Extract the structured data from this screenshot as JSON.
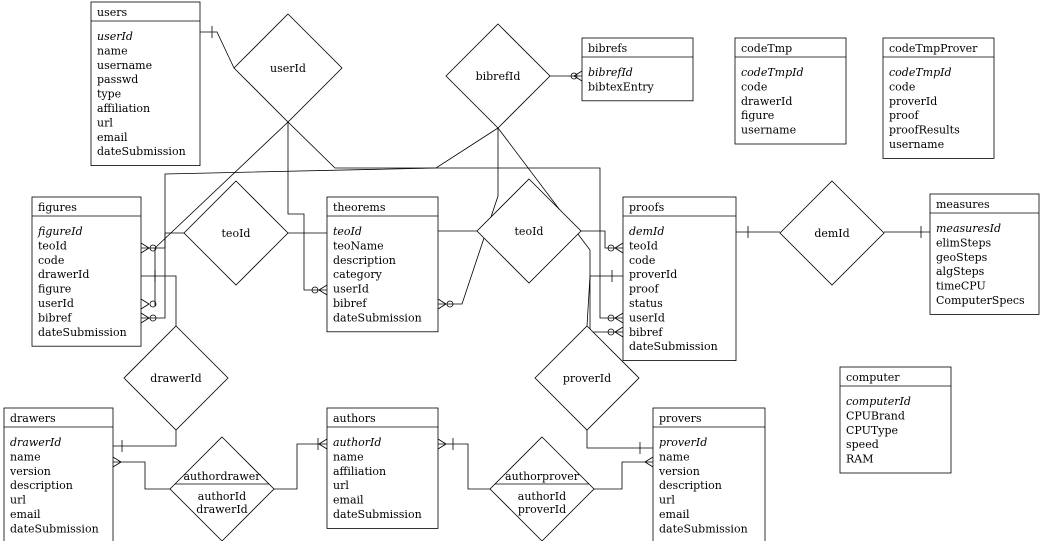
{
  "entities": {
    "users": {
      "title": "users",
      "key": "userId",
      "attrs": [
        "name",
        "username",
        "passwd",
        "type",
        "affiliation",
        "url",
        "email",
        "dateSubmission"
      ]
    },
    "bibrefs": {
      "title": "bibrefs",
      "key": "bibrefId",
      "attrs": [
        "bibtexEntry"
      ]
    },
    "codeTmp": {
      "title": "codeTmp",
      "key": "codeTmpId",
      "attrs": [
        "code",
        "drawerId",
        "figure",
        "username"
      ]
    },
    "codeTmpProver": {
      "title": "codeTmpProver",
      "key": "codeTmpId",
      "attrs": [
        "code",
        "proverId",
        "proof",
        "proofResults",
        "username"
      ]
    },
    "figures": {
      "title": "figures",
      "key": "figureId",
      "attrs": [
        "teoId",
        "code",
        "drawerId",
        "figure",
        "userId",
        "bibref",
        "dateSubmission"
      ]
    },
    "theorems": {
      "title": "theorems",
      "key": "teoId",
      "attrs": [
        "teoName",
        "description",
        "category",
        "userId",
        "bibref",
        "dateSubmission"
      ]
    },
    "proofs": {
      "title": "proofs",
      "key": "demId",
      "attrs": [
        "teoId",
        "code",
        "proverId",
        "proof",
        "status",
        "userId",
        "bibref",
        "dateSubmission"
      ]
    },
    "measures": {
      "title": "measures",
      "key": "measuresId",
      "attrs": [
        "elimSteps",
        "geoSteps",
        "algSteps",
        "timeCPU",
        "ComputerSpecs"
      ]
    },
    "computer": {
      "title": "computer",
      "key": "computerId",
      "attrs": [
        "CPUBrand",
        "CPUType",
        "speed",
        "RAM"
      ]
    },
    "drawers": {
      "title": "drawers",
      "key": "drawerId",
      "attrs": [
        "name",
        "version",
        "description",
        "url",
        "email",
        "dateSubmission"
      ]
    },
    "authors": {
      "title": "authors",
      "key": "authorId",
      "attrs": [
        "name",
        "affiliation",
        "url",
        "email",
        "dateSubmission"
      ]
    },
    "provers": {
      "title": "provers",
      "key": "proverId",
      "attrs": [
        "name",
        "version",
        "description",
        "url",
        "email",
        "dateSubmission"
      ]
    }
  },
  "relationships": {
    "userId": "userId",
    "bibrefId": "bibrefId",
    "teoId_left": "teoId",
    "teoId_right": "teoId",
    "demId": "demId",
    "drawerId": "drawerId",
    "proverId": "proverId",
    "authordrawer": {
      "title": "authordrawer",
      "attrs": [
        "authorId",
        "drawerId"
      ]
    },
    "authorprover": {
      "title": "authorprover",
      "attrs": [
        "authorId",
        "proverId"
      ]
    }
  }
}
